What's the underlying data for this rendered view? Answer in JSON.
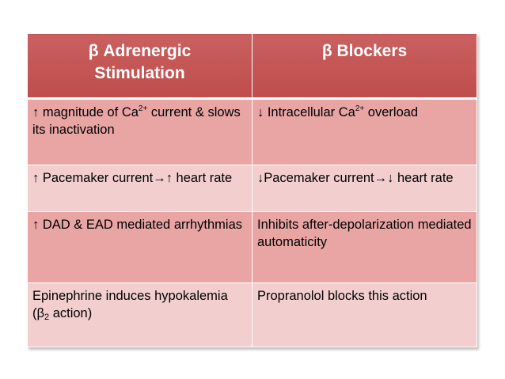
{
  "table": {
    "headers": [
      "β Adrenergic Stimulation",
      "β Blockers"
    ],
    "rows": [
      {
        "left": {
          "pre": "↑ magnitude of Ca",
          "sup": "2+",
          "post": " current & slows its inactivation"
        },
        "right": {
          "pre": "↓ Intracellular Ca",
          "sup": "2+",
          "post": " overload"
        }
      },
      {
        "left": {
          "text": "↑ Pacemaker current→↑ heart rate"
        },
        "right": {
          "text": "↓Pacemaker current→↓ heart rate"
        }
      },
      {
        "left": {
          "text": "↑ DAD & EAD mediated arrhythmias"
        },
        "right": {
          "text": "Inhibits after-depolarization mediated automaticity"
        }
      },
      {
        "left": {
          "pre": "Epinephrine induces hypokalemia (β",
          "sub": "2",
          "post": " action)"
        },
        "right": {
          "text": "Propranolol blocks this action"
        }
      }
    ]
  },
  "colors": {
    "header_bg": "#c0504d",
    "row_dark_bg": "#e8a5a4",
    "row_light_bg": "#f2cfce",
    "border": "#ffffff"
  }
}
